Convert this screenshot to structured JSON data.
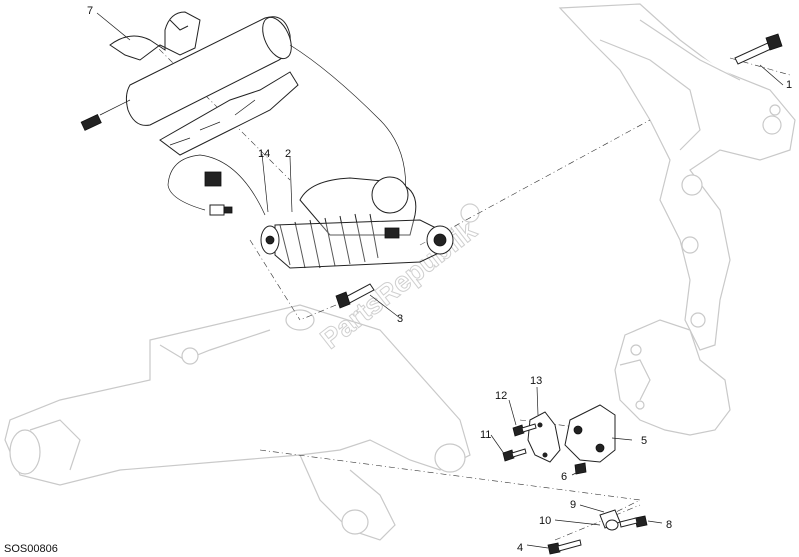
{
  "diagram": {
    "code": "SOS00806",
    "watermark": "PartsRepublik",
    "callouts": [
      {
        "id": "1",
        "text": "1"
      },
      {
        "id": "2",
        "text": "2"
      },
      {
        "id": "3",
        "text": "3"
      },
      {
        "id": "4",
        "text": "4"
      },
      {
        "id": "5",
        "text": "5"
      },
      {
        "id": "6",
        "text": "6"
      },
      {
        "id": "7",
        "text": "7"
      },
      {
        "id": "8",
        "text": "8"
      },
      {
        "id": "9",
        "text": "9"
      },
      {
        "id": "10",
        "text": "10"
      },
      {
        "id": "11",
        "text": "11"
      },
      {
        "id": "12",
        "text": "12"
      },
      {
        "id": "13",
        "text": "13"
      },
      {
        "id": "14",
        "text": "14"
      }
    ]
  }
}
